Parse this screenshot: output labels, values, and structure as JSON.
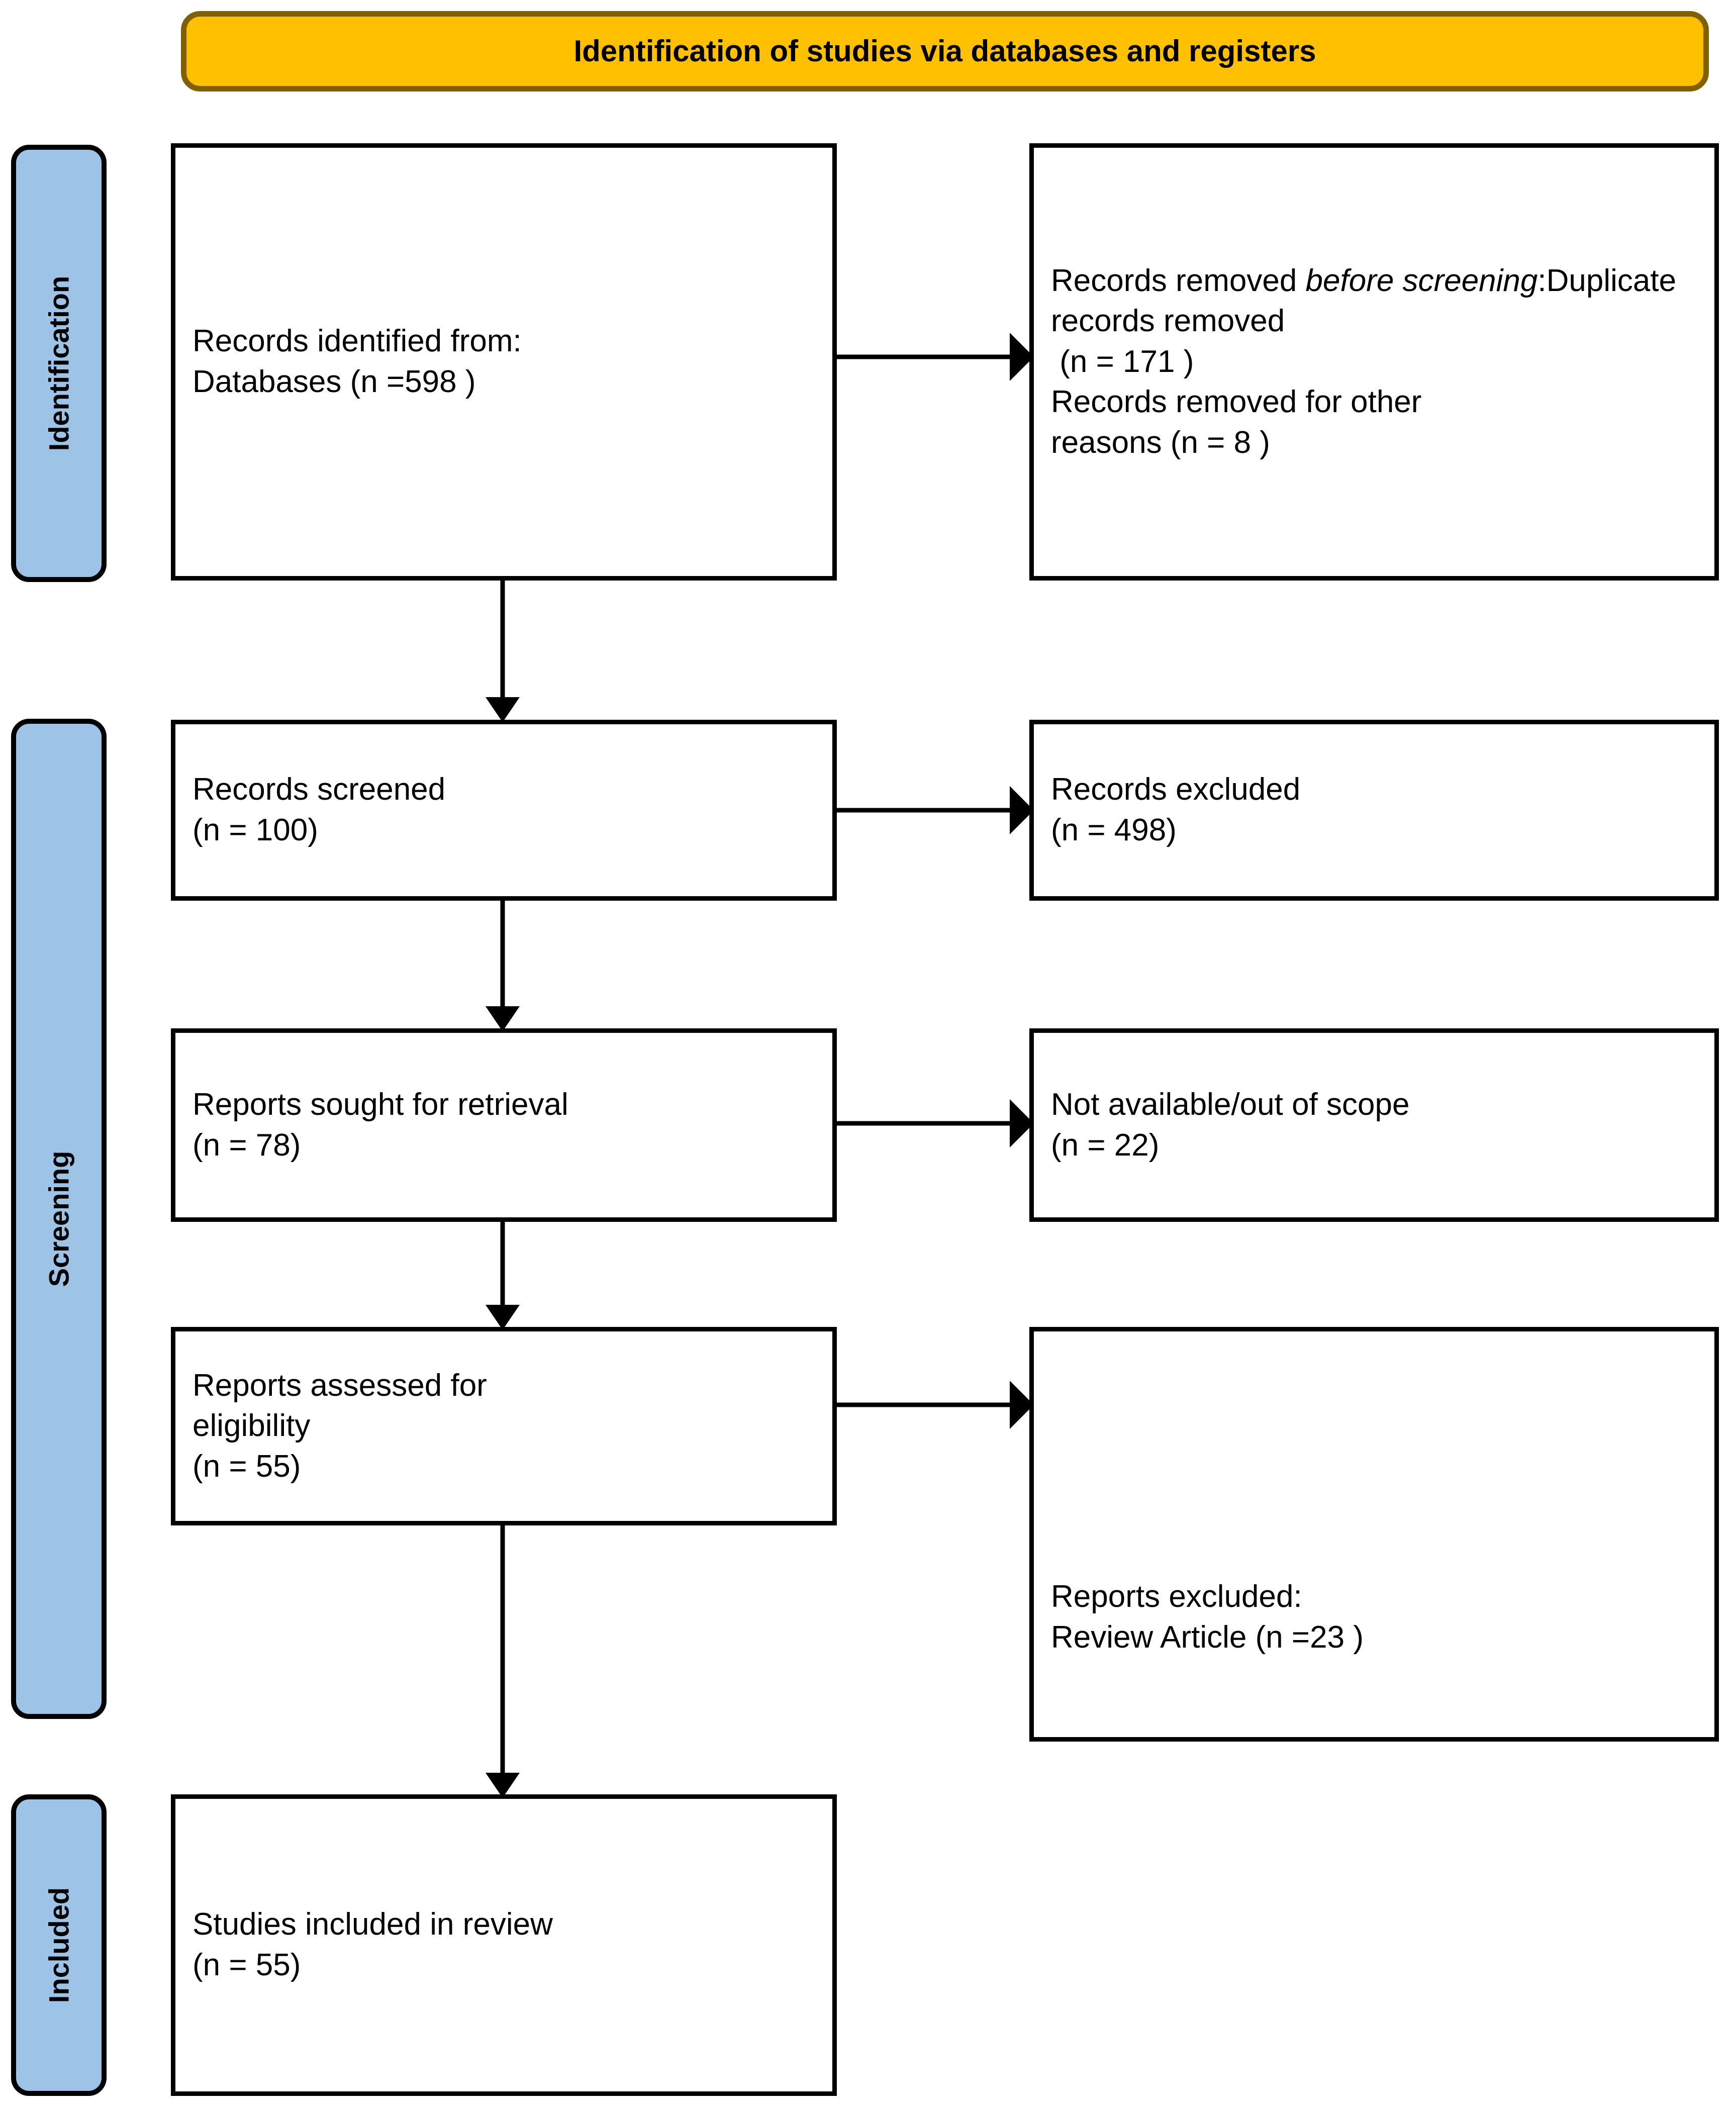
{
  "banner": {
    "title": "Identification of studies via databases and registers"
  },
  "stages": [
    {
      "key": "identification",
      "label": "Identification"
    },
    {
      "key": "screening",
      "label": "Screening"
    },
    {
      "key": "included",
      "label": "Included"
    }
  ],
  "boxes": {
    "identified": {
      "line1": "Records identified from:",
      "line2": "Databases (n =598 )",
      "text": "Records identified from:\nDatabases (n =598 )"
    },
    "removed": {
      "lead": "Records removed ",
      "italic": "before screening",
      "colon": ":",
      "rest": "Duplicate records removed\n (n = 171 )\nRecords removed for other\nreasons (n = 8 )"
    },
    "screened": {
      "text": "Records screened\n(n = 100)"
    },
    "excluded": {
      "text": "Records excluded\n(n = 498)"
    },
    "sought": {
      "text": "Reports sought for retrieval\n(n = 78)"
    },
    "notavailable": {
      "text": "Not available/out of scope\n(n = 22)"
    },
    "assessed": {
      "text": "Reports assessed for\neligibility\n(n = 55)"
    },
    "reports_excluded": {
      "text": "Reports excluded:\nReview Article (n =23 )"
    },
    "included": {
      "text": "Studies included in review\n(n = 55)"
    }
  },
  "counts": {
    "records_identified_databases": 598,
    "duplicate_records_removed": 171,
    "records_removed_other_reasons": 8,
    "records_screened": 100,
    "records_excluded": 498,
    "reports_sought_for_retrieval": 78,
    "not_available_out_of_scope": 22,
    "reports_assessed_for_eligibility": 55,
    "reports_excluded_review_article": 23,
    "studies_included_in_review": 55
  },
  "colors": {
    "banner_fill": "#FFC000",
    "banner_border": "#806000",
    "stage_fill": "#9DC3E6",
    "stage_border": "#000000",
    "box_border": "#000000",
    "box_fill": "#FFFFFF",
    "text": "#000000"
  }
}
